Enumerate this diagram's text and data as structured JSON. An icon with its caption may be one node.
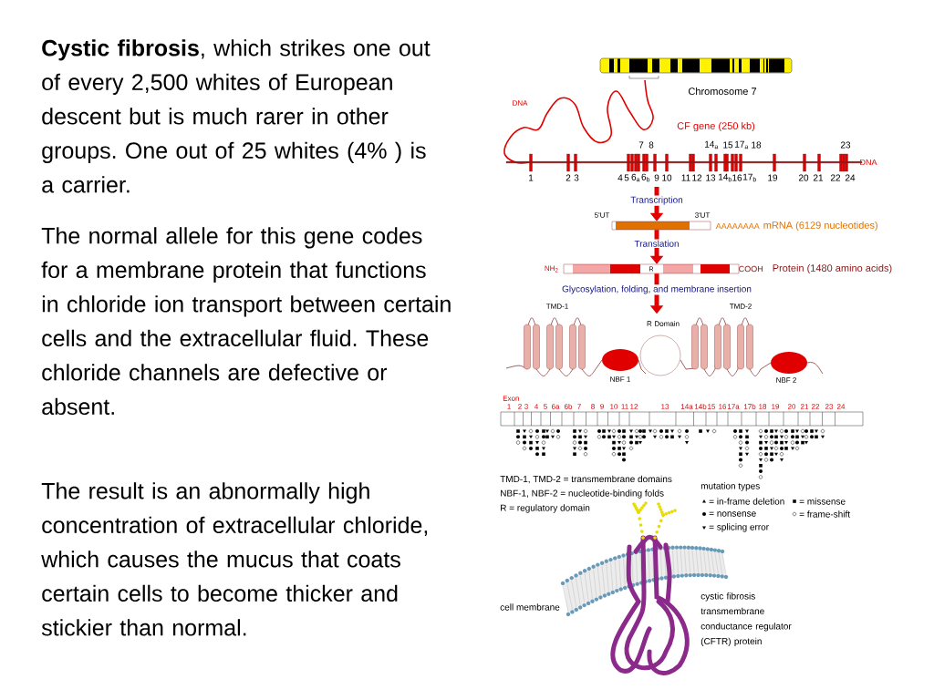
{
  "diagram": {
    "nodes": [
      {
        "text": [],
        "shape": "bar",
        "beside": [
          "CF gene (250 kb)",
          "DNA"
        ]
      },
      {
        "text": [],
        "shape": "bar",
        "beside": [
          "5'UT",
          "3'UT",
          "AAAAAAAA",
          "mRNA (6129 nucleotides)"
        ]
      },
      {
        "text": [
          "R"
        ],
        "beside": [
          "NH$_{2}$",
          "COOH",
          "Protein (1480 amino acids)"
        ]
      },
      {
        "text": [],
        "shape": "picture"
      }
    ],
    "edges": [
      {
        "from": 0,
        "to": 1,
        "arrow": "to",
        "label": "Transcription"
      },
      {
        "from": 1,
        "to": 2,
        "arrow": "to",
        "label": "Translation"
      },
      {
        "from": 2,
        "to": 3,
        "arrow": "to",
        "label": "Glycosylation, folding, and membrane insertion"
      }
    ],
    "labels": [
      "**Cystic fibrosis**, which strikes one out of every 2,500 whites of European descent but is much rarer in other groups. One out of 25 whites (4% ) is a carrier.",
      "The normal allele for this gene codes for a membrane protein that functions in chloride ion transport between certain cells and the extracellular fluid. These chloride channels are defective or absent.",
      "The result is an abnormally high concentration of extracellular chloride, which causes the mucus that coats certain cells to become thicker and stickier than normal.",
      "Chromosome 7",
      "DNA",
      "7",
      "8",
      "14$_{a}$",
      "15",
      "17$_{a}$",
      "18",
      "23",
      "1",
      "2",
      "3",
      "4",
      "5",
      "6$_{a}$",
      "6$_{b}$",
      "9",
      "10",
      "11",
      "12",
      "13",
      "14$_{b}$",
      "16",
      "17$_{b}$",
      "19",
      "20",
      "21",
      "22",
      "24",
      "TMD-1",
      "TMD-2",
      "R Domain",
      "NBF 1",
      "NBF 2",
      "Exon",
      "1",
      "2",
      "3",
      "4",
      "5",
      "6a",
      "6b",
      "7",
      "8",
      "9",
      "10",
      "11",
      "12",
      "13",
      "14a",
      "14b",
      "15",
      "16",
      "17a",
      "17b",
      "18",
      "19",
      "20",
      "21",
      "22",
      "23",
      "24",
      "TMD-1, TMD-2 = transmembrane domains",
      "NBF-1, NBF-2 = nucleotide-binding folds",
      "R = regulatory domain",
      "mutation types",
      "cell membrane",
      "cystic fibrosis transmembrane conductance regulator (CFTR) protein"
    ],
    "legend": [
      {
        "text": "= in-frame deletion"
      },
      {
        "text": "= missense"
      },
      {
        "text": "= nonsense"
      },
      {
        "text": "= frame-shift"
      },
      {
        "text": "= splicing error"
      }
    ]
  }
}
